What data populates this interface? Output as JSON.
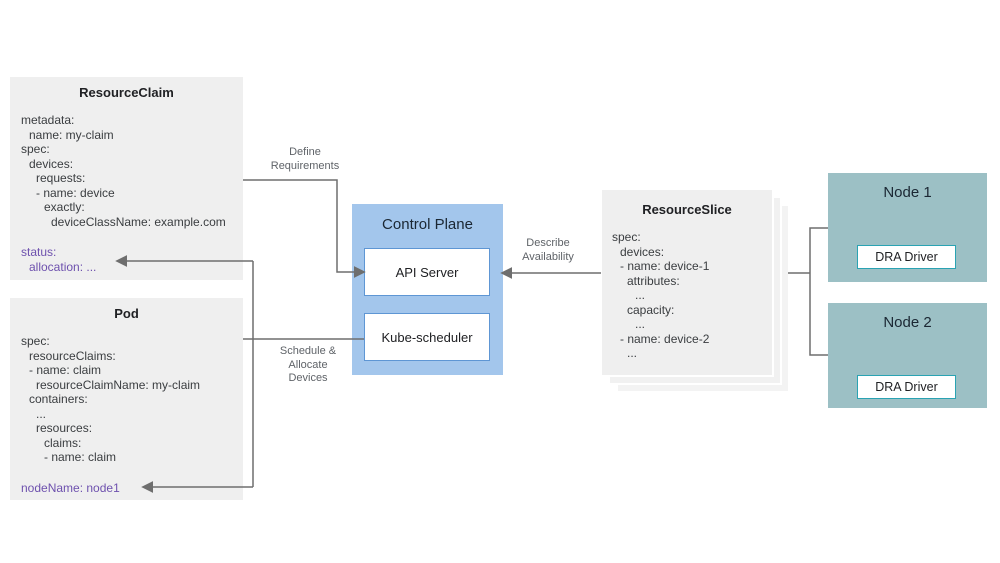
{
  "resourceclaim": {
    "title": "ResourceClaim",
    "lines": [
      "metadata:",
      "name: my-claim",
      "spec:",
      "devices:",
      "requests:",
      "- name: device",
      "exactly:",
      "deviceClassName: example.com"
    ],
    "status": [
      "status:",
      "allocation: ..."
    ]
  },
  "pod": {
    "title": "Pod",
    "lines": [
      "spec:",
      "resourceClaims:",
      "- name: claim",
      "resourceClaimName: my-claim",
      "containers:",
      "...",
      "resources:",
      "claims:",
      "- name: claim"
    ],
    "status": [
      "nodeName: node1"
    ]
  },
  "control_plane": {
    "title": "Control Plane",
    "api_server": "API Server",
    "kube_scheduler": "Kube-scheduler"
  },
  "resourceslice": {
    "title": "ResourceSlice",
    "lines": [
      "spec:",
      "devices:",
      "- name: device-1",
      "attributes:",
      "...",
      "capacity:",
      "...",
      "- name: device-2",
      "..."
    ]
  },
  "nodes": [
    {
      "title": "Node 1",
      "driver": "DRA Driver"
    },
    {
      "title": "Node 2",
      "driver": "DRA Driver"
    }
  ],
  "edge_labels": {
    "define_requirements": "Define\nRequirements",
    "describe_availability": "Describe\nAvailability",
    "schedule_allocate": "Schedule &\nAllocate\nDevices"
  },
  "colors": {
    "box_gray": "#efefef",
    "control_plane_blue": "#a3c6ec",
    "inner_border_blue": "#5e96d4",
    "node_teal": "#9cc0c5",
    "driver_border_teal": "#2aa3b3",
    "status_purple": "#6e51ae",
    "connector_gray": "#6e6e6e",
    "label_gray": "#5f6368",
    "text_dark": "#202124"
  }
}
